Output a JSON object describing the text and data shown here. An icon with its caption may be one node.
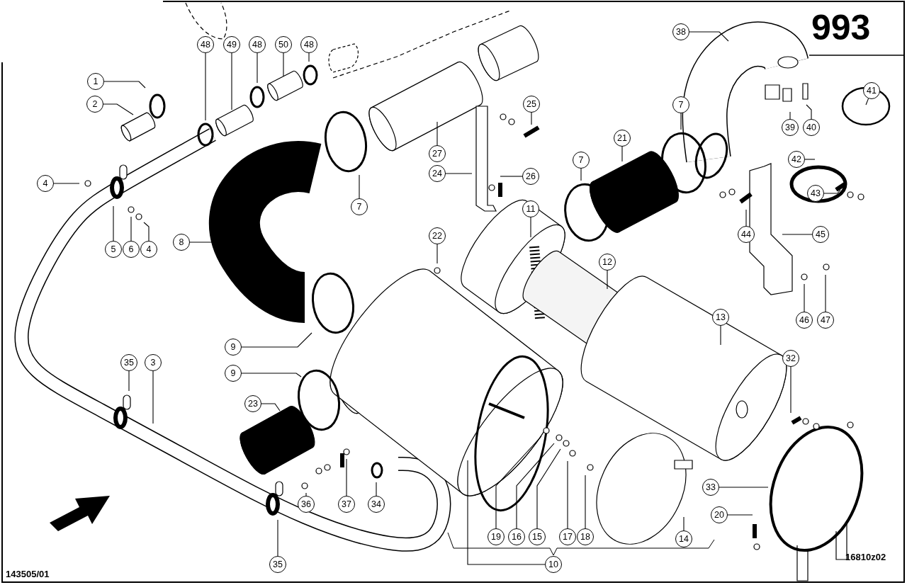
{
  "diagram": {
    "nodes": [
      {
        "text": [
          "48"
        ]
      },
      {
        "text": [
          "49"
        ]
      },
      {
        "text": [
          "48"
        ]
      },
      {
        "text": [
          "50"
        ]
      },
      {
        "text": [
          "48"
        ]
      },
      {
        "text": [
          "1"
        ]
      },
      {
        "text": [
          "2"
        ]
      },
      {
        "text": [
          "38"
        ]
      },
      {
        "text": [
          "39"
        ]
      },
      {
        "text": [
          "40"
        ]
      },
      {
        "text": [
          "41"
        ]
      },
      {
        "text": [
          "25"
        ]
      },
      {
        "text": [
          "7"
        ]
      },
      {
        "text": [
          "21"
        ]
      },
      {
        "text": [
          "27"
        ]
      },
      {
        "text": [
          "24"
        ]
      },
      {
        "text": [
          "26"
        ]
      },
      {
        "text": [
          "7"
        ]
      },
      {
        "text": [
          "42"
        ]
      },
      {
        "text": [
          "4"
        ]
      },
      {
        "text": [
          "43"
        ]
      },
      {
        "text": [
          "11"
        ]
      },
      {
        "text": [
          "7"
        ]
      },
      {
        "text": [
          "8"
        ]
      },
      {
        "text": [
          "5"
        ]
      },
      {
        "text": [
          "6"
        ]
      },
      {
        "text": [
          "4"
        ]
      },
      {
        "text": [
          "44"
        ]
      },
      {
        "text": [
          "45"
        ]
      },
      {
        "text": [
          "22"
        ]
      },
      {
        "text": [
          "12"
        ]
      },
      {
        "text": [
          "13"
        ]
      },
      {
        "text": [
          "46"
        ]
      },
      {
        "text": [
          "47"
        ]
      },
      {
        "text": [
          "9"
        ]
      },
      {
        "text": [
          "9"
        ]
      },
      {
        "text": [
          "35"
        ]
      },
      {
        "text": [
          "3"
        ]
      },
      {
        "text": [
          "32"
        ]
      },
      {
        "text": [
          "23"
        ]
      },
      {
        "text": [
          "36"
        ]
      },
      {
        "text": [
          "37"
        ]
      },
      {
        "text": [
          "34"
        ]
      },
      {
        "text": [
          "33"
        ]
      },
      {
        "text": [
          "20"
        ]
      },
      {
        "text": [
          "19"
        ]
      },
      {
        "text": [
          "16"
        ]
      },
      {
        "text": [
          "15"
        ]
      },
      {
        "text": [
          "17"
        ]
      },
      {
        "text": [
          "18"
        ]
      },
      {
        "text": [
          "14"
        ]
      },
      {
        "text": [
          "10"
        ]
      },
      {
        "text": [
          "35"
        ]
      }
    ],
    "edges": [
      {
        "from": 0,
        "to": null,
        "arrow": "none"
      },
      {
        "from": 1,
        "to": null,
        "arrow": "none"
      },
      {
        "from": 2,
        "to": null,
        "arrow": "none"
      },
      {
        "from": 3,
        "to": null,
        "arrow": "none"
      },
      {
        "from": 4,
        "to": null,
        "arrow": "none"
      },
      {
        "from": 5,
        "to": null,
        "arrow": "none"
      },
      {
        "from": 6,
        "to": null,
        "arrow": "none"
      },
      {
        "from": 7,
        "to": null,
        "arrow": "none"
      },
      {
        "from": 8,
        "to": null,
        "arrow": "none"
      },
      {
        "from": 9,
        "to": null,
        "arrow": "none"
      },
      {
        "from": 10,
        "to": null,
        "arrow": "none"
      },
      {
        "from": 11,
        "to": null,
        "arrow": "none"
      },
      {
        "from": 12,
        "to": null,
        "arrow": "none"
      },
      {
        "from": 13,
        "to": null,
        "arrow": "none"
      },
      {
        "from": 14,
        "to": null,
        "arrow": "none"
      },
      {
        "from": 15,
        "to": null,
        "arrow": "none"
      },
      {
        "from": 16,
        "to": null,
        "arrow": "none"
      },
      {
        "from": 17,
        "to": null,
        "arrow": "none"
      },
      {
        "from": 18,
        "to": null,
        "arrow": "none"
      },
      {
        "from": 19,
        "to": null,
        "arrow": "none"
      },
      {
        "from": 20,
        "to": null,
        "arrow": "none"
      },
      {
        "from": 21,
        "to": null,
        "arrow": "none"
      },
      {
        "from": 22,
        "to": null,
        "arrow": "none"
      },
      {
        "from": 23,
        "to": null,
        "arrow": "none"
      },
      {
        "from": 24,
        "to": null,
        "arrow": "none"
      },
      {
        "from": 25,
        "to": null,
        "arrow": "none"
      },
      {
        "from": 26,
        "to": null,
        "arrow": "none"
      },
      {
        "from": 27,
        "to": null,
        "arrow": "none"
      },
      {
        "from": 28,
        "to": null,
        "arrow": "none"
      },
      {
        "from": 29,
        "to": null,
        "arrow": "none"
      },
      {
        "from": 30,
        "to": null,
        "arrow": "none"
      },
      {
        "from": 31,
        "to": null,
        "arrow": "none"
      },
      {
        "from": 32,
        "to": null,
        "arrow": "none"
      },
      {
        "from": 33,
        "to": null,
        "arrow": "none"
      },
      {
        "from": 34,
        "to": null,
        "arrow": "none"
      },
      {
        "from": 35,
        "to": null,
        "arrow": "none"
      },
      {
        "from": 36,
        "to": null,
        "arrow": "none"
      },
      {
        "from": 37,
        "to": null,
        "arrow": "none"
      },
      {
        "from": 38,
        "to": null,
        "arrow": "none"
      },
      {
        "from": 39,
        "to": null,
        "arrow": "none"
      },
      {
        "from": 40,
        "to": null,
        "arrow": "none"
      },
      {
        "from": 41,
        "to": null,
        "arrow": "none"
      },
      {
        "from": 42,
        "to": null,
        "arrow": "none"
      },
      {
        "from": 43,
        "to": null,
        "arrow": "none"
      },
      {
        "from": 44,
        "to": null,
        "arrow": "none"
      },
      {
        "from": 45,
        "to": null,
        "arrow": "none"
      },
      {
        "from": 46,
        "to": null,
        "arrow": "none"
      },
      {
        "from": 47,
        "to": null,
        "arrow": "none"
      },
      {
        "from": 48,
        "to": null,
        "arrow": "none"
      },
      {
        "from": 49,
        "to": null,
        "arrow": "none"
      },
      {
        "from": 50,
        "to": null,
        "arrow": "none"
      },
      {
        "from": 51,
        "to": null,
        "arrow": "none"
      },
      {
        "from": 52,
        "to": null,
        "arrow": "none"
      }
    ],
    "labels": [
      "993",
      "16810z02",
      "143505/01"
    ]
  }
}
